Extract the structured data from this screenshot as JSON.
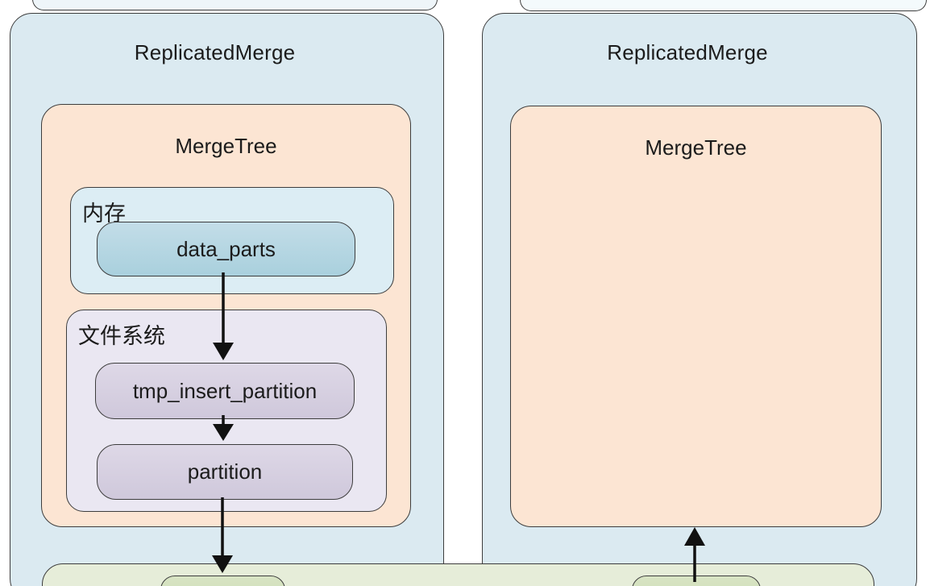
{
  "palette": {
    "replica_fill": "#dbeaf1",
    "mergetree_fill": "#fce5d3",
    "memory_fill": "#dcedf4",
    "dataparts_fill_top": "#c3dde8",
    "dataparts_fill_bottom": "#a9d0dd",
    "filesystem_fill": "#eae7f2",
    "pill_fill_top": "#ded8e7",
    "pill_fill_bottom": "#cfc8db",
    "band_fill": "#e6edd9",
    "node_fill_top": "#d8e4c4",
    "node_fill_bottom": "#cbdbb2",
    "border": "#3d3d3d",
    "arrow": "#111111",
    "text": "#1b1b1b"
  },
  "left_replica": {
    "title": "ReplicatedMerge",
    "mergetree": {
      "title": "MergeTree",
      "memory_group": {
        "label": "内存",
        "items": [
          {
            "label": "data_parts"
          }
        ]
      },
      "filesystem_group": {
        "label": "文件系统",
        "items": [
          {
            "label": "tmp_insert_partition"
          },
          {
            "label": "partition"
          }
        ]
      }
    }
  },
  "right_replica": {
    "title": "ReplicatedMerge",
    "mergetree": {
      "title": "MergeTree"
    }
  },
  "flows": [
    {
      "name": "data_parts-to-tmp_insert_partition",
      "direction": "down"
    },
    {
      "name": "tmp_insert_partition-to-partition",
      "direction": "down"
    },
    {
      "name": "partition-to-bottom-band",
      "direction": "down"
    },
    {
      "name": "bottom-band-to-right-mergetree",
      "direction": "up"
    }
  ]
}
